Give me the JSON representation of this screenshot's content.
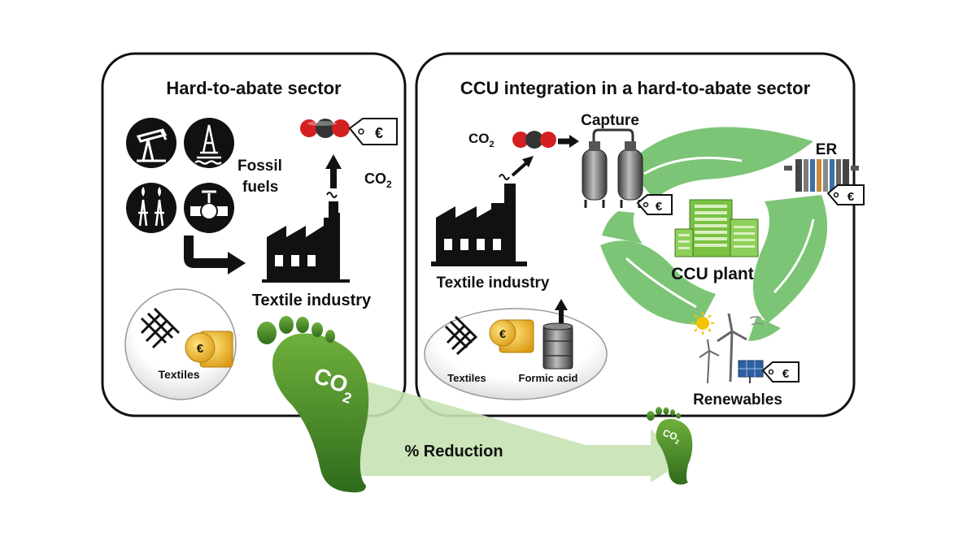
{
  "left_panel": {
    "title": "Hard-to-abate sector",
    "fossil_fuels_line1": "Fossil",
    "fossil_fuels_line2": "fuels",
    "co2_main": "CO",
    "co2_sub": "2",
    "industry_label": "Textile industry",
    "textiles_label": "Textiles",
    "price_tag": "€"
  },
  "right_panel": {
    "title": "CCU integration in a hard-to-abate sector",
    "co2_main": "CO",
    "co2_sub": "2",
    "capture_label": "Capture",
    "er_label": "ER",
    "ccu_plant_label": "CCU plant",
    "industry_label": "Textile industry",
    "textiles_label": "Textiles",
    "formic_acid_label": "Formic acid",
    "renewables_label": "Renewables",
    "price_tag": "€"
  },
  "bottom": {
    "reduction_label": "% Reduction",
    "big_footprint_main": "CO",
    "big_footprint_sub": "2",
    "small_footprint_main": "CO",
    "small_footprint_sub": "2"
  },
  "colors": {
    "leaf_green": "#7cc576",
    "grass_green": "#4e8f2e",
    "arrow_green": "#c7e2b2",
    "co2_red": "#d42020",
    "coin_gold": "#f1b82d"
  }
}
